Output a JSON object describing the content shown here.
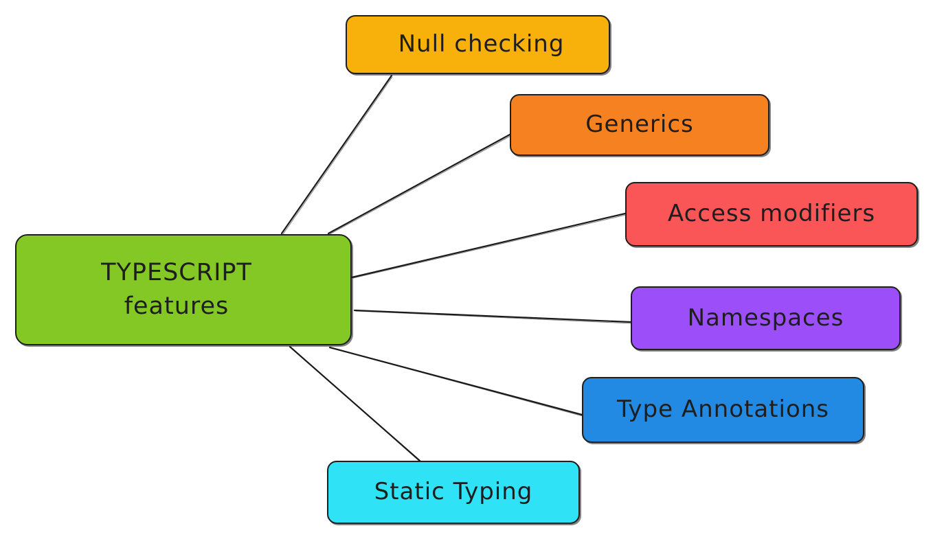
{
  "diagram": {
    "root": {
      "label": "TYPESCRIPT\nfeatures",
      "color": "#84c826"
    },
    "nodes": [
      {
        "id": "null-checking",
        "label": "Null checking",
        "color": "#f8b00a"
      },
      {
        "id": "generics",
        "label": "Generics",
        "color": "#f58120"
      },
      {
        "id": "access-modifiers",
        "label": "Access modifiers",
        "color": "#fa5557"
      },
      {
        "id": "namespaces",
        "label": "Namespaces",
        "color": "#9c4ff8"
      },
      {
        "id": "type-annotations",
        "label": "Type Annotations",
        "color": "#228ae3"
      },
      {
        "id": "static-typing",
        "label": "Static Typing",
        "color": "#30e2f6"
      }
    ],
    "edges": [
      {
        "from": "root",
        "to": "null-checking"
      },
      {
        "from": "root",
        "to": "generics"
      },
      {
        "from": "root",
        "to": "access-modifiers"
      },
      {
        "from": "root",
        "to": "namespaces"
      },
      {
        "from": "root",
        "to": "type-annotations"
      },
      {
        "from": "root",
        "to": "static-typing"
      }
    ]
  }
}
